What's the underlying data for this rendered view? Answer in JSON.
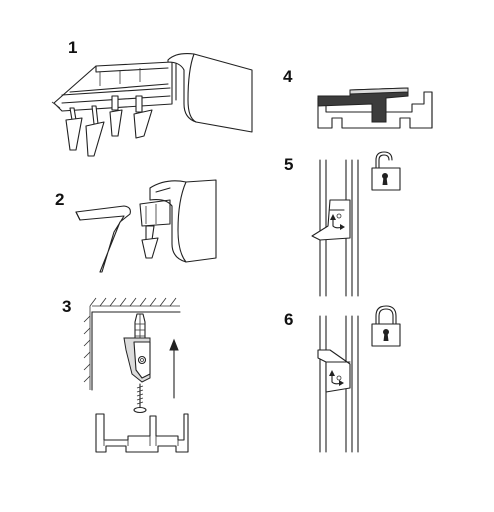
{
  "steps": {
    "s1": "1",
    "s2": "2",
    "s3": "3",
    "s4": "4",
    "s5": "5",
    "s6": "6"
  },
  "icons": {
    "unlocked": "padlock-open-icon",
    "locked": "padlock-closed-icon"
  },
  "colors": {
    "line": "#222222",
    "dark_fill": "#3c3c3c",
    "light_fill": "#dcdcdc"
  }
}
